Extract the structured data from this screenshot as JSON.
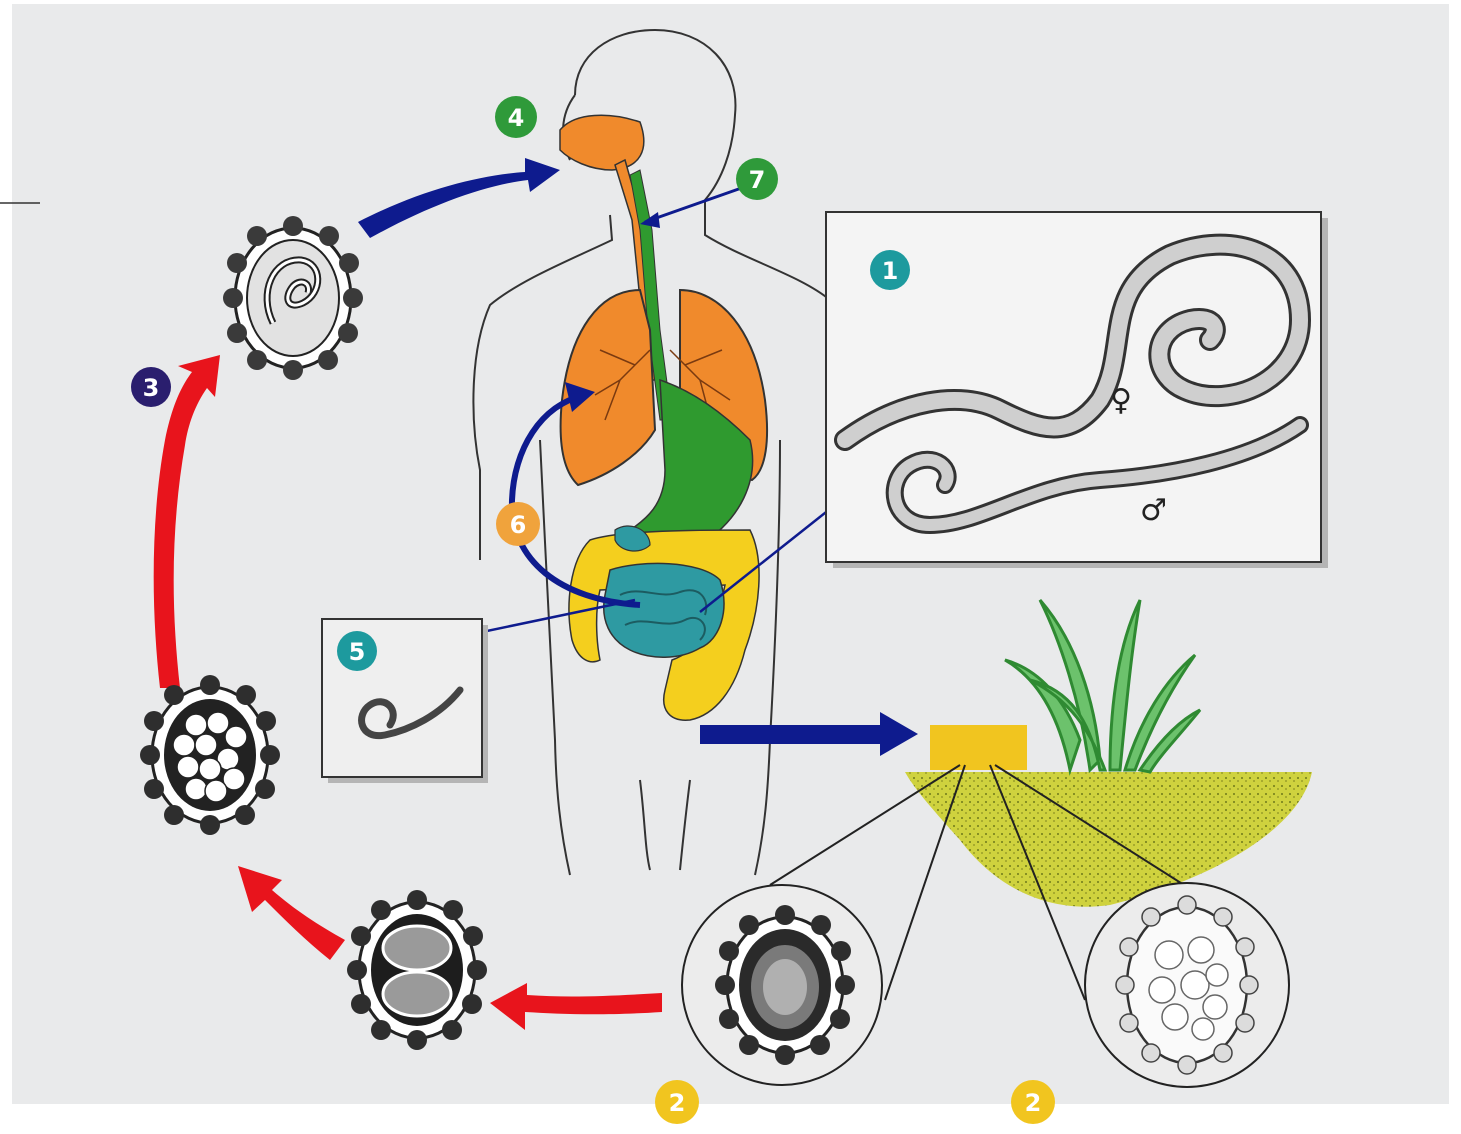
{
  "diagram": {
    "background_color": "#e9eaeb",
    "colors": {
      "teal": "#1d9a9e",
      "green": "#2f9a3a",
      "navy": "#2a1e6e",
      "orange": "#f0a33c",
      "yellow": "#f1c51f",
      "red": "#e8141c",
      "blue_arrow": "#0e1b8e",
      "lung": "#f08a2c",
      "stomach": "#2f9a2f",
      "colon": "#f4cf1e",
      "small_intestine": "#2e9aa2",
      "soil": "#cfd23e",
      "grass": "#45b04a"
    },
    "stage_markers": {
      "adult_worms": "1",
      "egg_unembryonated": "2",
      "egg_embryonated": "2",
      "infective_egg": "3",
      "ingestion": "4",
      "hatched_larva": "5",
      "larval_migration": "6",
      "larvae_swallowed": "7"
    },
    "sex_symbols": {
      "female": "♀",
      "male": "♂"
    }
  }
}
